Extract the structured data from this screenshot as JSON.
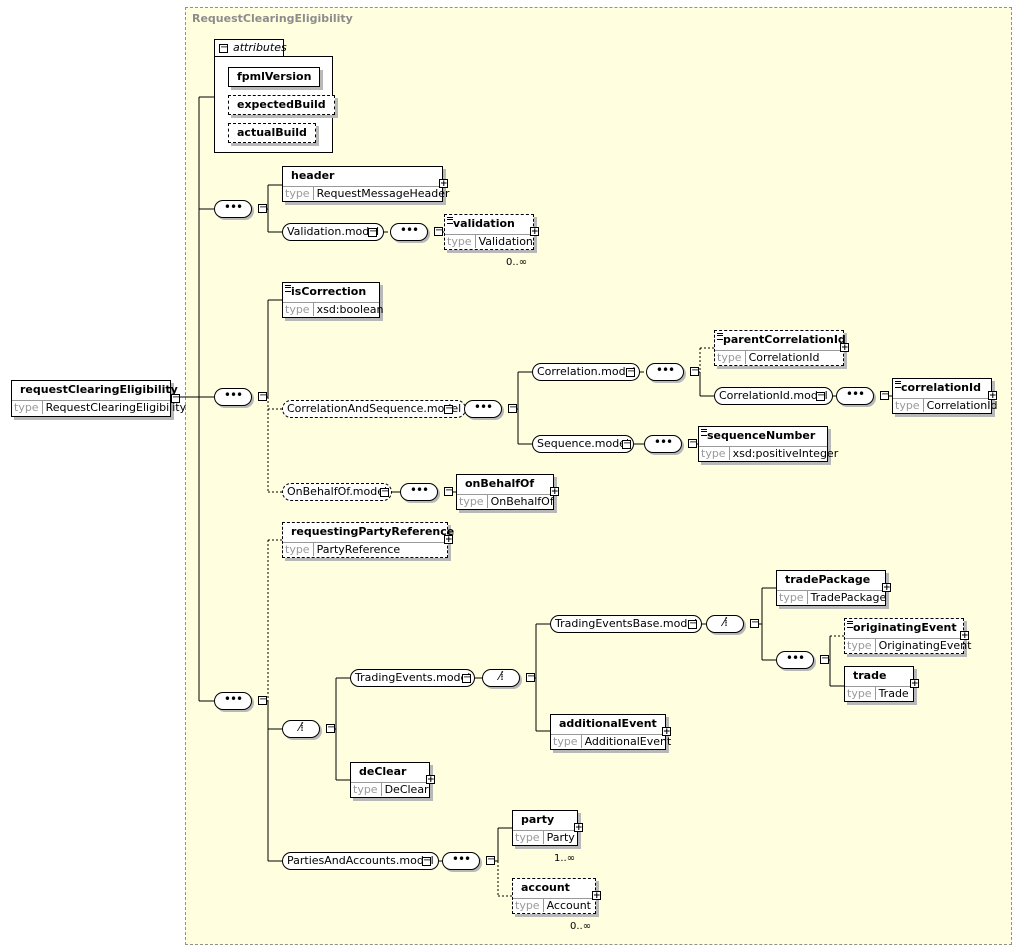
{
  "region_title": "RequestClearingEligibility",
  "root": {
    "name": "requestClearingEligibility",
    "type_kw": "type",
    "type": "RequestClearingEligibility"
  },
  "attributes": {
    "label": "attributes",
    "items": [
      "fpmlVersion",
      "expectedBuild",
      "actualBuild"
    ]
  },
  "elements": {
    "header": {
      "name": "header",
      "type_kw": "type",
      "type": "RequestMessageHeader"
    },
    "validation": {
      "name": "validation",
      "type_kw": "type",
      "type": "Validation",
      "card": "0..∞"
    },
    "isCorrection": {
      "name": "isCorrection",
      "type_kw": "type",
      "type": "xsd:boolean"
    },
    "parentCorrelationId": {
      "name": "parentCorrelationId",
      "type_kw": "type",
      "type": "CorrelationId"
    },
    "correlationId": {
      "name": "correlationId",
      "type_kw": "type",
      "type": "CorrelationId"
    },
    "sequenceNumber": {
      "name": "sequenceNumber",
      "type_kw": "type",
      "type": "xsd:positiveInteger"
    },
    "onBehalfOf": {
      "name": "onBehalfOf",
      "type_kw": "type",
      "type": "OnBehalfOf"
    },
    "requestingPartyReference": {
      "name": "requestingPartyReference",
      "type_kw": "type",
      "type": "PartyReference"
    },
    "tradePackage": {
      "name": "tradePackage",
      "type_kw": "type",
      "type": "TradePackage"
    },
    "originatingEvent": {
      "name": "originatingEvent",
      "type_kw": "type",
      "type": "OriginatingEvent"
    },
    "trade": {
      "name": "trade",
      "type_kw": "type",
      "type": "Trade"
    },
    "additionalEvent": {
      "name": "additionalEvent",
      "type_kw": "type",
      "type": "AdditionalEvent"
    },
    "deClear": {
      "name": "deClear",
      "type_kw": "type",
      "type": "DeClear"
    },
    "party": {
      "name": "party",
      "type_kw": "type",
      "type": "Party",
      "card": "1..∞"
    },
    "account": {
      "name": "account",
      "type_kw": "type",
      "type": "Account",
      "card": "0..∞"
    }
  },
  "groups": {
    "validation_model": "Validation.model",
    "correlation_and_sequence_model": "CorrelationAndSequence.model",
    "correlation_model": "Correlation.model",
    "correlation_id_model": "CorrelationId.model",
    "sequence_model": "Sequence.model",
    "on_behalf_of_model": "OnBehalfOf.model",
    "trading_events_base_model": "TradingEventsBase.model",
    "trading_events_model": "TradingEvents.model",
    "parties_and_accounts_model": "PartiesAndAccounts.model"
  },
  "symbols": {
    "sequence": "•••",
    "choice": "⁄⁞"
  }
}
